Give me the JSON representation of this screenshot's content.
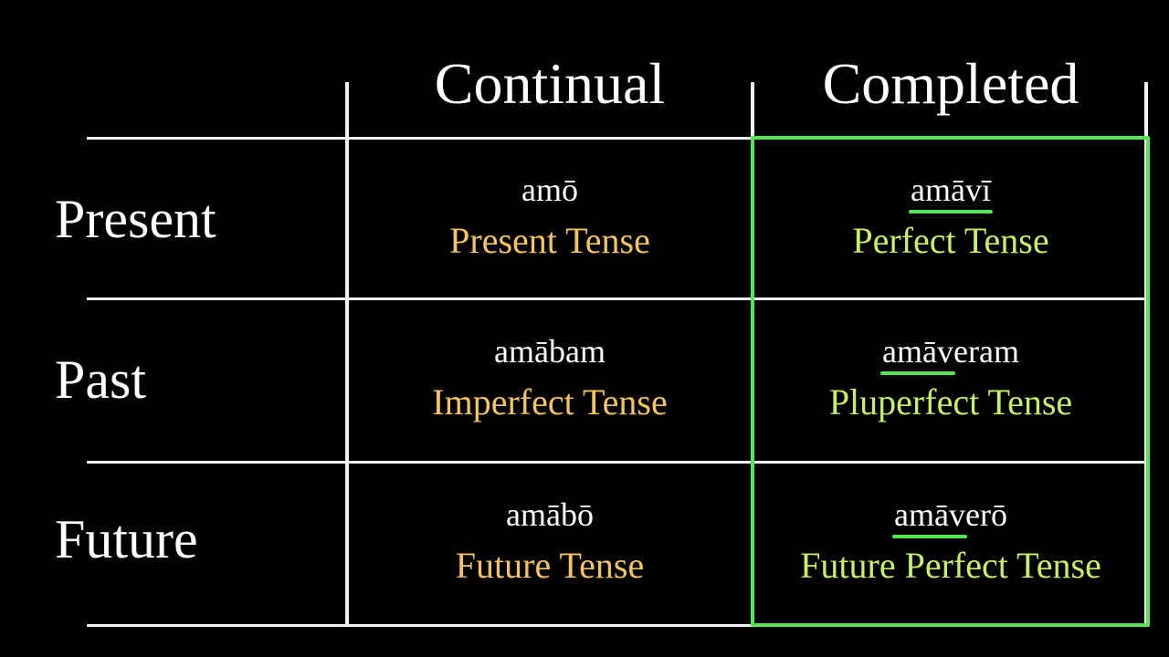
{
  "colors": {
    "background": "#000000",
    "grid_lines": "#f2f2f2",
    "continual_tense": "#f3c462",
    "completed_tense": "#c6f06a",
    "highlight_box": "#55e655",
    "underline": "#55e655"
  },
  "columns": [
    {
      "label": "Continual"
    },
    {
      "label": "Completed"
    }
  ],
  "rows": [
    {
      "label": "Present",
      "continual": {
        "latin": "amō",
        "latin_stem": "",
        "latin_rest": "amō",
        "tense": "Present Tense"
      },
      "completed": {
        "latin": "amāvī",
        "latin_stem": "amāvī",
        "latin_rest": "",
        "tense": "Perfect Tense"
      }
    },
    {
      "label": "Past",
      "continual": {
        "latin": "amābam",
        "latin_stem": "",
        "latin_rest": "amābam",
        "tense": "Imperfect Tense"
      },
      "completed": {
        "latin": "amāveram",
        "latin_stem": "amāv",
        "latin_rest": "eram",
        "tense": "Pluperfect Tense"
      }
    },
    {
      "label": "Future",
      "continual": {
        "latin": "amābō",
        "latin_stem": "",
        "latin_rest": "amābō",
        "tense": "Future Tense"
      },
      "completed": {
        "latin": "amāverō",
        "latin_stem": "amāv",
        "latin_rest": "erō",
        "tense": "Future Perfect Tense"
      }
    }
  ],
  "highlight": {
    "column": "Completed",
    "note": "perfect stem amāv- underlined in green"
  }
}
